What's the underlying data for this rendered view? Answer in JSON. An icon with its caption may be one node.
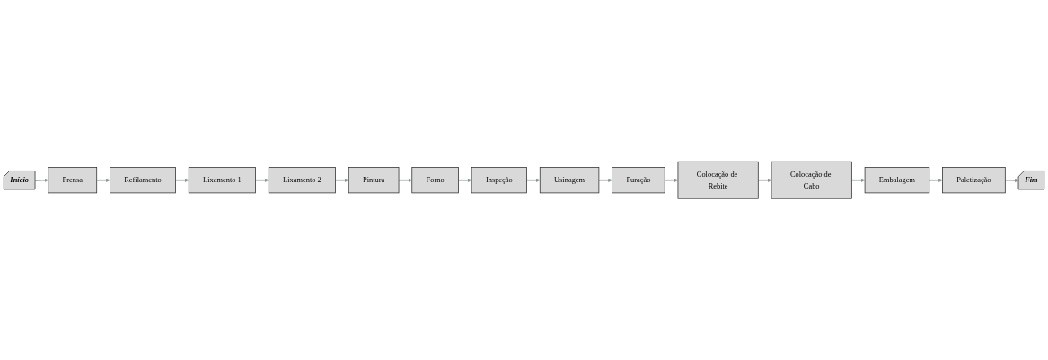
{
  "diagram": {
    "nodes": [
      {
        "text": [
          "Início"
        ]
      },
      {
        "text": [
          "Prensa"
        ]
      },
      {
        "text": [
          "Refilamento"
        ]
      },
      {
        "text": [
          "Lixamento 1"
        ]
      },
      {
        "text": [
          "Lixamento 2"
        ]
      },
      {
        "text": [
          "Pintura"
        ]
      },
      {
        "text": [
          "Forno"
        ]
      },
      {
        "text": [
          "Inspeção"
        ]
      },
      {
        "text": [
          "Usinagem"
        ]
      },
      {
        "text": [
          "Furação"
        ]
      },
      {
        "text": [
          "Colocação de Rebite"
        ]
      },
      {
        "text": [
          "Colocação de Cabo"
        ]
      },
      {
        "text": [
          "Embalagem"
        ]
      },
      {
        "text": [
          "Paletização"
        ]
      },
      {
        "text": [
          "Fim"
        ]
      }
    ],
    "edges": [
      {
        "from": 0,
        "to": 1,
        "arrow": "to"
      },
      {
        "from": 1,
        "to": 2,
        "arrow": "to"
      },
      {
        "from": 2,
        "to": 3,
        "arrow": "to"
      },
      {
        "from": 3,
        "to": 4,
        "arrow": "to"
      },
      {
        "from": 4,
        "to": 5,
        "arrow": "to"
      },
      {
        "from": 5,
        "to": 6,
        "arrow": "to"
      },
      {
        "from": 6,
        "to": 7,
        "arrow": "to"
      },
      {
        "from": 7,
        "to": 8,
        "arrow": "to"
      },
      {
        "from": 8,
        "to": 9,
        "arrow": "to"
      },
      {
        "from": 9,
        "to": 10,
        "arrow": "to"
      },
      {
        "from": 10,
        "to": 11,
        "arrow": "to"
      },
      {
        "from": 11,
        "to": 12,
        "arrow": "to"
      },
      {
        "from": 12,
        "to": 13,
        "arrow": "to"
      },
      {
        "from": 13,
        "to": 14,
        "arrow": "to"
      }
    ]
  }
}
